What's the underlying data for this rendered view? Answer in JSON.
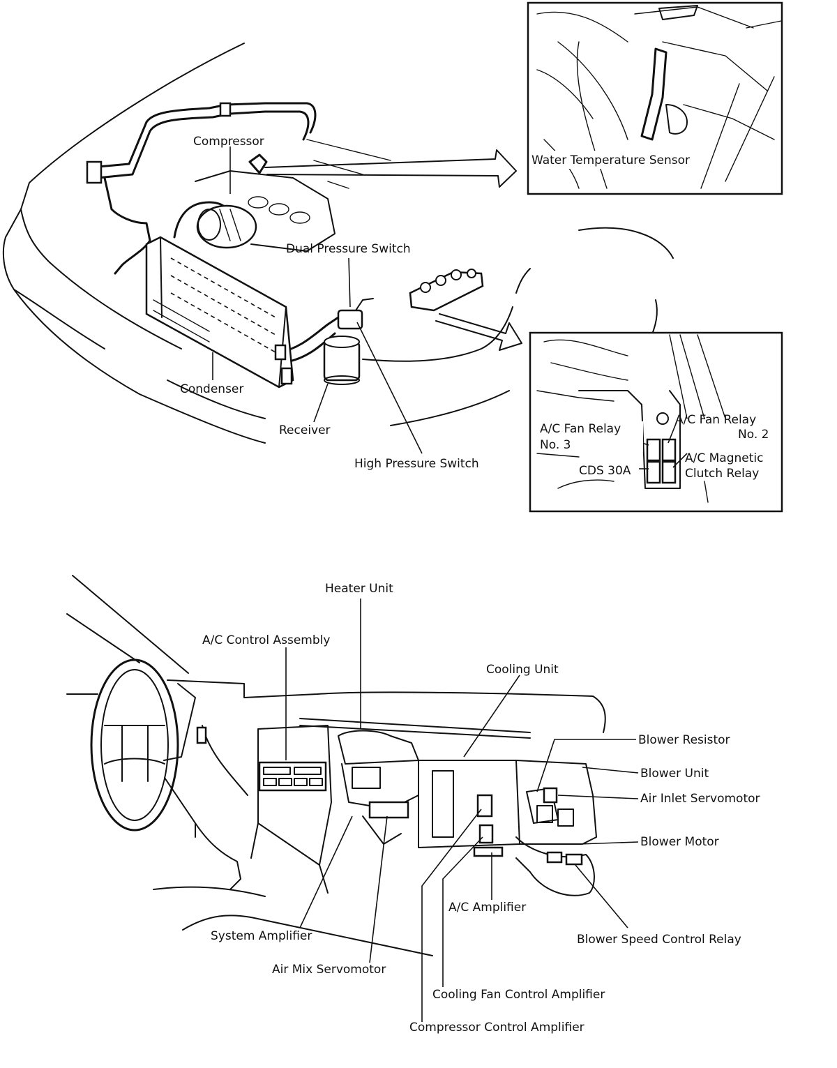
{
  "engine_view": {
    "labels": {
      "compressor": "Compressor",
      "dual_pressure_switch": "Dual Pressure Switch",
      "condenser": "Condenser",
      "receiver": "Receiver",
      "high_pressure_switch": "High Pressure Switch"
    }
  },
  "sensor_inset": {
    "labels": {
      "water_temperature_sensor": "Water Temperature Sensor"
    }
  },
  "relay_inset": {
    "labels": {
      "ac_fan_relay_3_line1": "A/C Fan Relay",
      "ac_fan_relay_3_line2": "No. 3",
      "ac_fan_relay_2_line1": "A/C Fan Relay",
      "ac_fan_relay_2_line2": "No. 2",
      "ac_magnetic_clutch_relay_line1": "A/C Magnetic",
      "ac_magnetic_clutch_relay_line2": "Clutch Relay",
      "cds_30a": "CDS 30A"
    }
  },
  "dash_view": {
    "labels": {
      "heater_unit": "Heater Unit",
      "ac_control_assembly": "A/C Control Assembly",
      "cooling_unit": "Cooling Unit",
      "blower_resistor": "Blower Resistor",
      "blower_unit": "Blower Unit",
      "air_inlet_servomotor": "Air Inlet Servomotor",
      "blower_motor": "Blower Motor",
      "ac_amplifier": "A/C Amplifier",
      "blower_speed_control_relay": "Blower Speed Control Relay",
      "system_amplifier": "System Amplifier",
      "air_mix_servomotor": "Air Mix Servomotor",
      "cooling_fan_control_amplifier": "Cooling Fan Control Amplifier",
      "compressor_control_amplifier": "Compressor Control Amplifier"
    }
  }
}
